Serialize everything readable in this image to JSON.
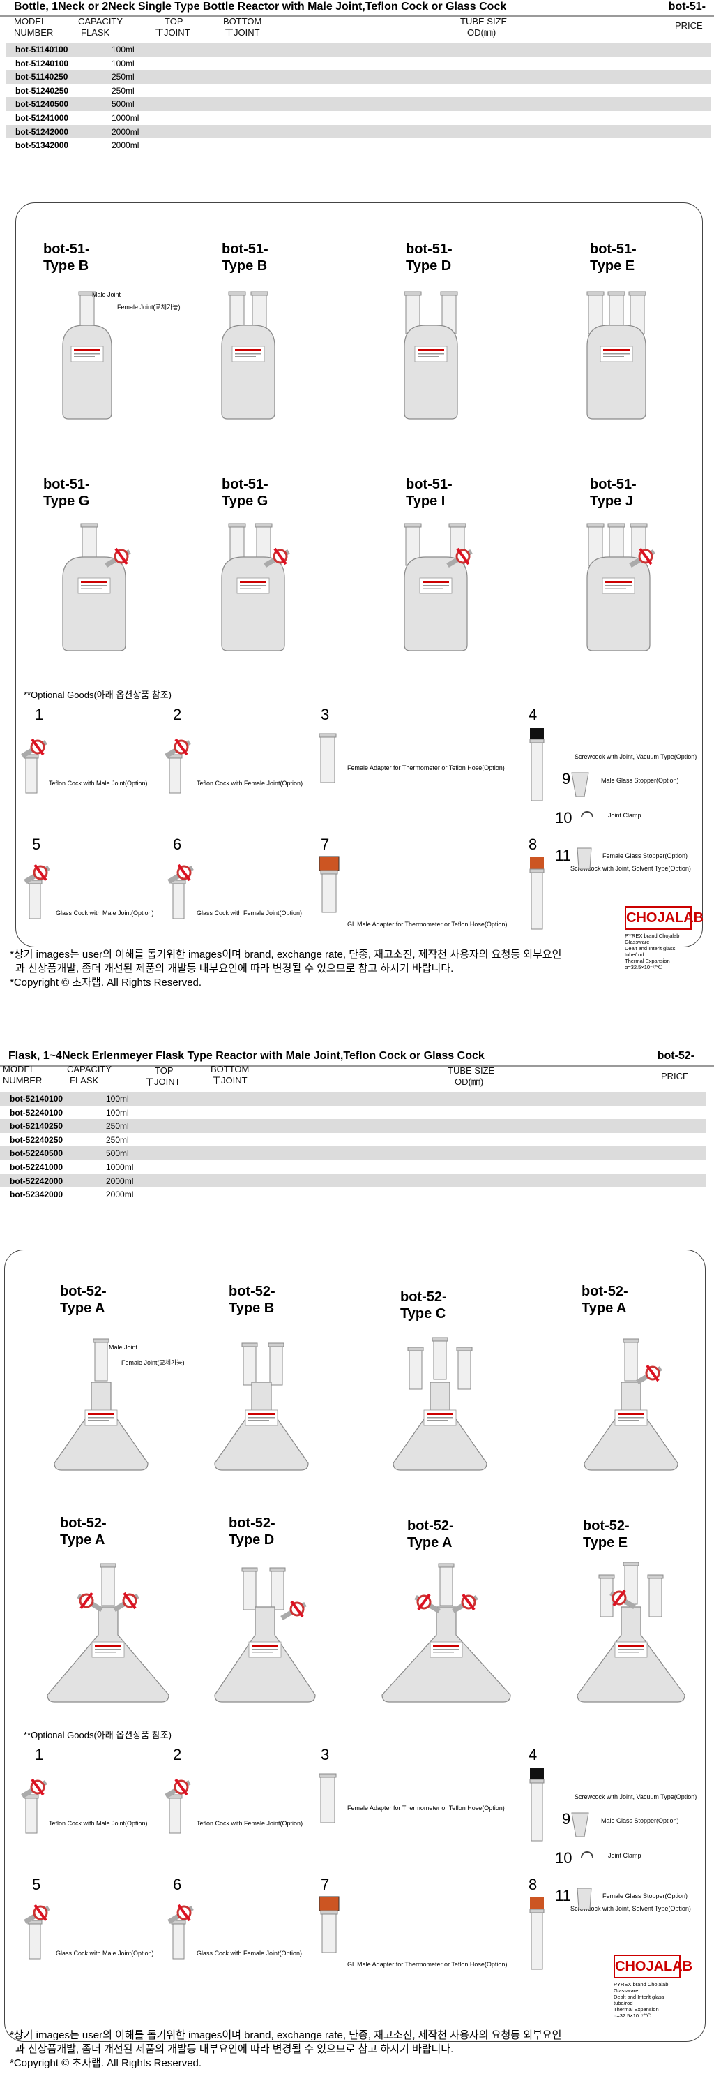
{
  "s1": {
    "title": "Bottle, 1Neck or 2Neck Single Type Bottle Reactor with Male Joint,Teflon Cock or Glass Cock",
    "code": "bot-51-",
    "head": {
      "model": "MODEL",
      "number": "NUMBER",
      "capacity": "CAPACITY",
      "flask": "FLASK",
      "top": "TOP",
      "tjoint1": "ㄒJOINT",
      "bottom": "BOTTOM",
      "tjoint2": "ㄒJOINT",
      "tube": "TUBE SIZE",
      "od": "OD(㎜)",
      "price": "PRICE"
    },
    "rows": [
      {
        "m": "bot-51140100",
        "c": "100ml"
      },
      {
        "m": "bot-51240100",
        "c": "100ml"
      },
      {
        "m": "bot-51140250",
        "c": "250ml"
      },
      {
        "m": "bot-51240250",
        "c": "250ml"
      },
      {
        "m": "bot-51240500",
        "c": "500ml"
      },
      {
        "m": "bot-51241000",
        "c": "1000ml"
      },
      {
        "m": "bot-51242000",
        "c": "2000ml"
      },
      {
        "m": "bot-51342000",
        "c": "2000ml"
      }
    ],
    "types": [
      {
        "a": "bot-51-",
        "b": "Type B"
      },
      {
        "a": "bot-51-",
        "b": "Type B"
      },
      {
        "a": "bot-51-",
        "b": "Type D"
      },
      {
        "a": "bot-51-",
        "b": "Type E"
      },
      {
        "a": "bot-51-",
        "b": "Type G"
      },
      {
        "a": "bot-51-",
        "b": "Type G"
      },
      {
        "a": "bot-51-",
        "b": "Type I"
      },
      {
        "a": "bot-51-",
        "b": "Type J"
      }
    ],
    "male_joint": "Male Joint",
    "female_joint": "Female Joint(교체가능)"
  },
  "s2": {
    "title": "Flask, 1~4Neck Erlenmeyer Flask Type Reactor with Male Joint,Teflon Cock or Glass Cock",
    "code": "bot-52-",
    "head": {
      "model": "MODEL",
      "number": "NUMBER",
      "capacity": "CAPACITY",
      "flask": "FLASK",
      "top": "TOP",
      "tjoint1": "ㄒJOINT",
      "bottom": "BOTTOM",
      "tjoint2": "ㄒJOINT",
      "tube": "TUBE SIZE",
      "od": "OD(㎜)",
      "price": "PRICE"
    },
    "rows": [
      {
        "m": "bot-52140100",
        "c": "100ml"
      },
      {
        "m": "bot-52240100",
        "c": "100ml"
      },
      {
        "m": "bot-52140250",
        "c": "250ml"
      },
      {
        "m": "bot-52240250",
        "c": "250ml"
      },
      {
        "m": "bot-52240500",
        "c": "500ml"
      },
      {
        "m": "bot-52241000",
        "c": "1000ml"
      },
      {
        "m": "bot-52242000",
        "c": "2000ml"
      },
      {
        "m": "bot-52342000",
        "c": "2000ml"
      }
    ],
    "types": [
      {
        "a": "bot-52-",
        "b": "Type A"
      },
      {
        "a": "bot-52-",
        "b": "Type B"
      },
      {
        "a": "bot-52-",
        "b": "Type C"
      },
      {
        "a": "bot-52-",
        "b": "Type A"
      },
      {
        "a": "bot-52-",
        "b": "Type A"
      },
      {
        "a": "bot-52-",
        "b": "Type D"
      },
      {
        "a": "bot-52-",
        "b": "Type A"
      },
      {
        "a": "bot-52-",
        "b": "Type E"
      }
    ],
    "male_joint": "Male Joint",
    "female_joint": "Female Joint(교체가능)"
  },
  "opt": {
    "title": "**Optional Goods(아래 옵션상품 참조)",
    "n1": "1",
    "n2": "2",
    "n3": "3",
    "n4": "4",
    "n5": "5",
    "n6": "6",
    "n7": "7",
    "n8": "8",
    "n9": "9",
    "n10": "10",
    "n11": "11",
    "c1": "Teflon Cock with Male Joint(Option)",
    "c2": "Teflon Cock with Female Joint(Option)",
    "c3": "Female Adapter for Thermometer or Teflon Hose(Option)",
    "c4": "Screwcock with Joint, Vacuum Type(Option)",
    "c5": "Glass Cock with Male Joint(Option)",
    "c6": "Glass Cock with Female Joint(Option)",
    "c7": "GL Male Adapter for Thermometer or Teflon Hose(Option)",
    "c8": "Screwcock with Joint, Solvent Type(Option)",
    "c9": "Male Glass Stopper(Option)",
    "c10": "Joint Clamp",
    "c11": "Female Glass Stopper(Option)"
  },
  "brand": {
    "logo": "CHOJALAB",
    "line1": "PYREX brand Chojalab Glassware",
    "line2": "Dealt and Interlt glass tube/rod",
    "line3": "Thermal Expansion α=32.5×10⁻⁷/℃"
  },
  "note": {
    "line1": "*상기 images는 user의 이해를 돕기위한 images이며 brand, exchange rate, 단종, 재고소진, 제작천 사용자의 요청등 외부요인",
    "line2": "과 신상품개발, 좀더 개선된 제품의 개발등 내부요인에 따라 변경될 수 있으므로 참고 하시기 바랍니다.",
    "line3": "*Copyright © 초자랩.     All Rights Reserved."
  },
  "colors": {
    "accent": "#cc2200",
    "band": "#dcdcdc",
    "glass": "#d8d8d8"
  }
}
